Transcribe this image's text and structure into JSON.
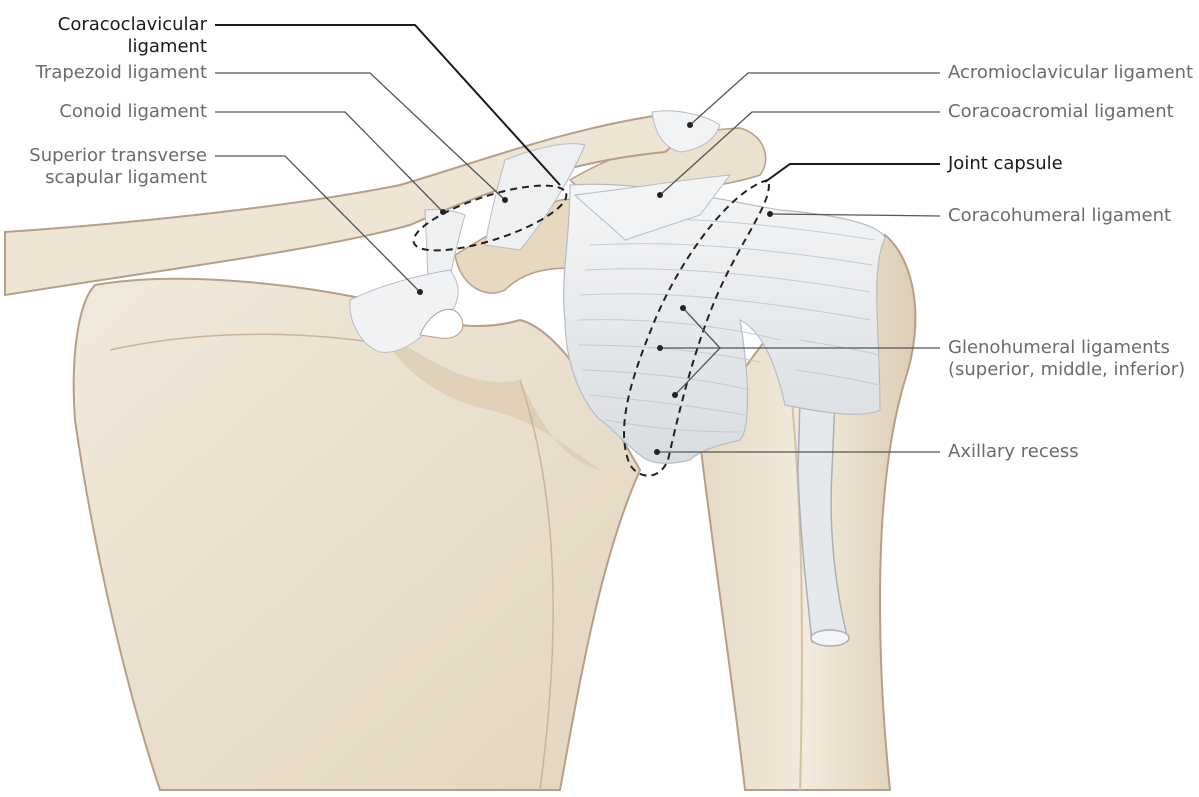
{
  "labels": {
    "coracoclavicular": [
      "Coracoclavicular",
      "ligament"
    ],
    "trapezoid": "Trapezoid ligament",
    "conoid": "Conoid ligament",
    "superior_transverse": [
      "Superior transverse",
      "scapular ligament"
    ],
    "acromioclavicular": "Acromioclavicular ligament",
    "coracoacromial": "Coracoacromial ligament",
    "joint_capsule": "Joint capsule",
    "coracohumeral": "Coracohumeral ligament",
    "glenohumeral": [
      "Glenohumeral ligaments",
      "(superior, middle, inferior)"
    ],
    "axillary_recess": "Axillary recess"
  },
  "colors": {
    "bone": "#ede4d4",
    "bone_shade": "#d9c9ae",
    "bone_outline": "#b89e88",
    "ligament": "#eceef0",
    "leader": "#555555",
    "leader_bold": "#1a1a1a"
  }
}
